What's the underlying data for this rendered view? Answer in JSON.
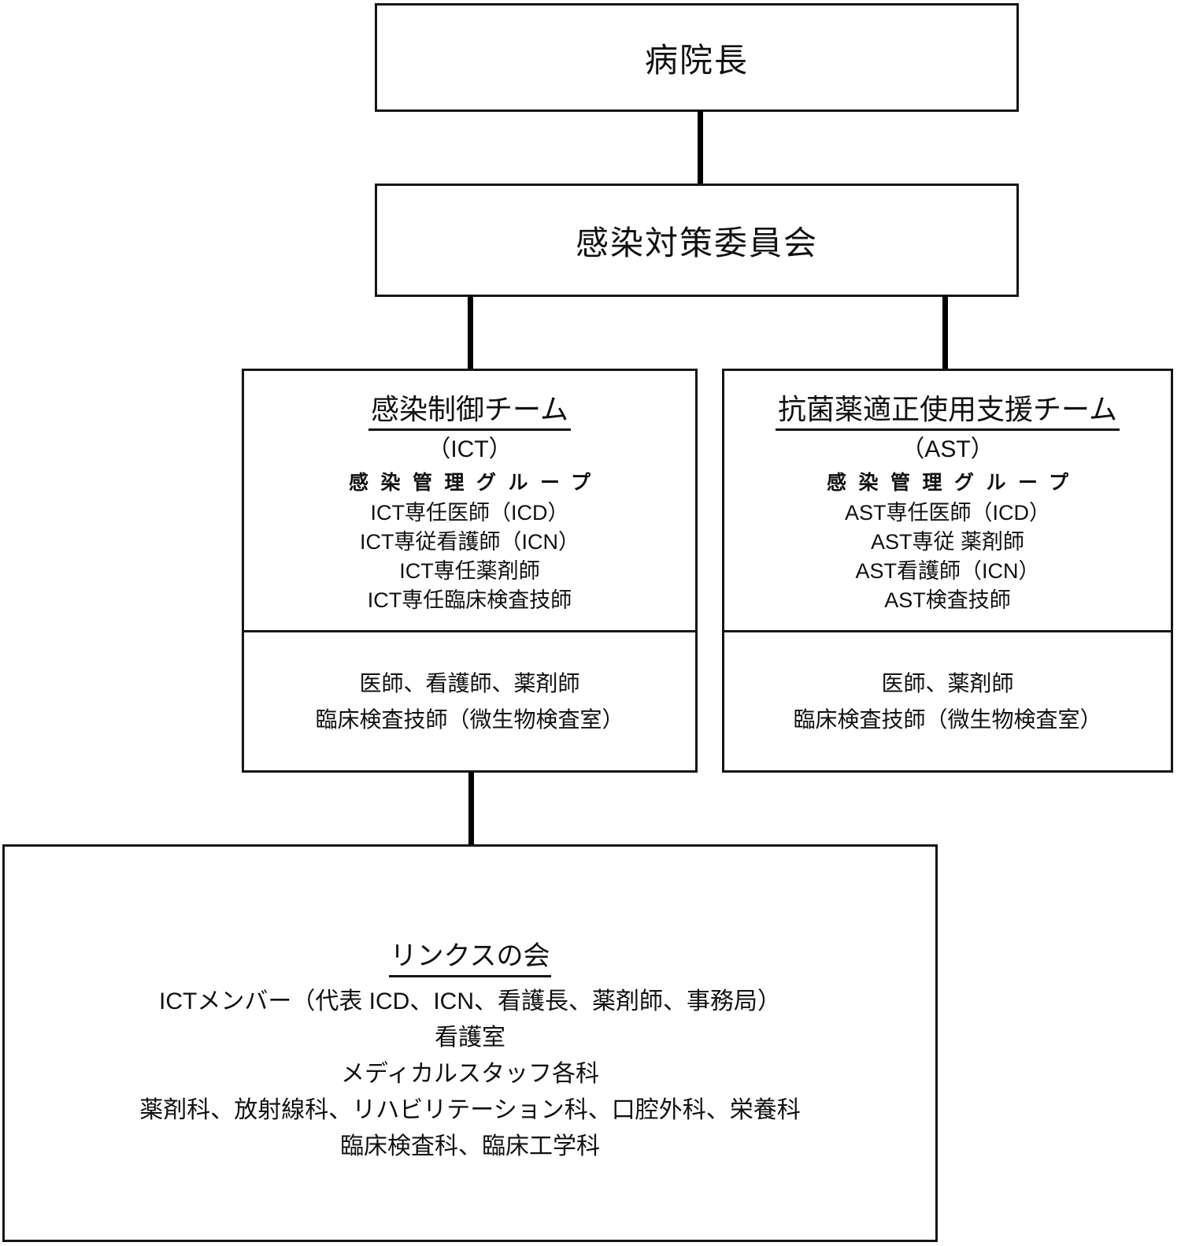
{
  "page": {
    "background": "#ffffff",
    "line_color": "#000000",
    "text_color": "#111111"
  },
  "boxes": {
    "director": {
      "title": "病院長"
    },
    "committee": {
      "title": "感染対策委員会"
    },
    "ict": {
      "title": "感染制御チーム",
      "abbr": "（ICT）",
      "group_label": "感染管理グループ",
      "members": [
        "ICT専任医師（ICD）",
        "ICT専従看護師（ICN）",
        "ICT専任薬剤師",
        "ICT専任臨床検査技師"
      ],
      "lower": [
        "医師、看護師、薬剤師",
        "臨床検査技師（微生物検査室）"
      ]
    },
    "ast": {
      "title": "抗菌薬適正使用支援チーム",
      "abbr": "（AST）",
      "group_label": "感染管理グループ",
      "members": [
        "AST専任医師（ICD）",
        "AST専従 薬剤師",
        "AST看護師（ICN）",
        "AST検査技師"
      ],
      "lower": [
        "医師、薬剤師",
        "臨床検査技師（微生物検査室）"
      ]
    },
    "links": {
      "title": "リンクスの会",
      "lines": [
        "ICTメンバー（代表 ICD、ICN、看護長、薬剤師、事務局）",
        "看護室",
        "メディカルスタッフ各科",
        "薬剤科、放射線科、リハビリテーション科、口腔外科、栄養科",
        "臨床検査科、臨床工学科"
      ]
    }
  }
}
